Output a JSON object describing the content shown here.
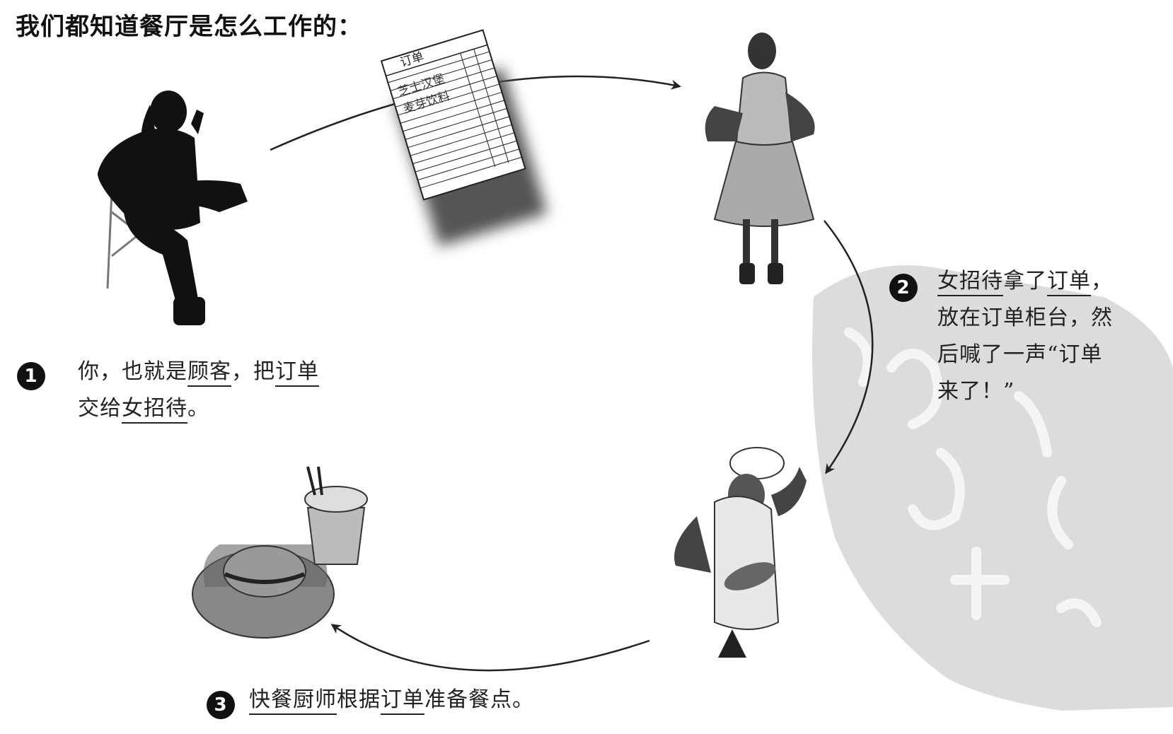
{
  "heading": "我们都知道餐厅是怎么工作的：",
  "order_slip": {
    "title": "订单",
    "items": [
      "芝士汉堡",
      "麦芽饮料"
    ]
  },
  "steps": [
    {
      "number": "1",
      "pre1": "你，也就是",
      "u1": "顾客",
      "mid1": "，把",
      "u2": "订单",
      "pre2": "交给",
      "u3": "女招待",
      "post2": "。"
    },
    {
      "number": "2",
      "u1": "女招待",
      "mid1": "拿了",
      "u2": "订单",
      "post1": "，",
      "line2": "放在订单柜台，然",
      "line3": "后喊了一声“订单",
      "line4": "来了！”"
    },
    {
      "number": "3",
      "u1": "快餐厨师",
      "mid1": "根据",
      "u2": "订单",
      "post1": "准备餐点。"
    }
  ]
}
